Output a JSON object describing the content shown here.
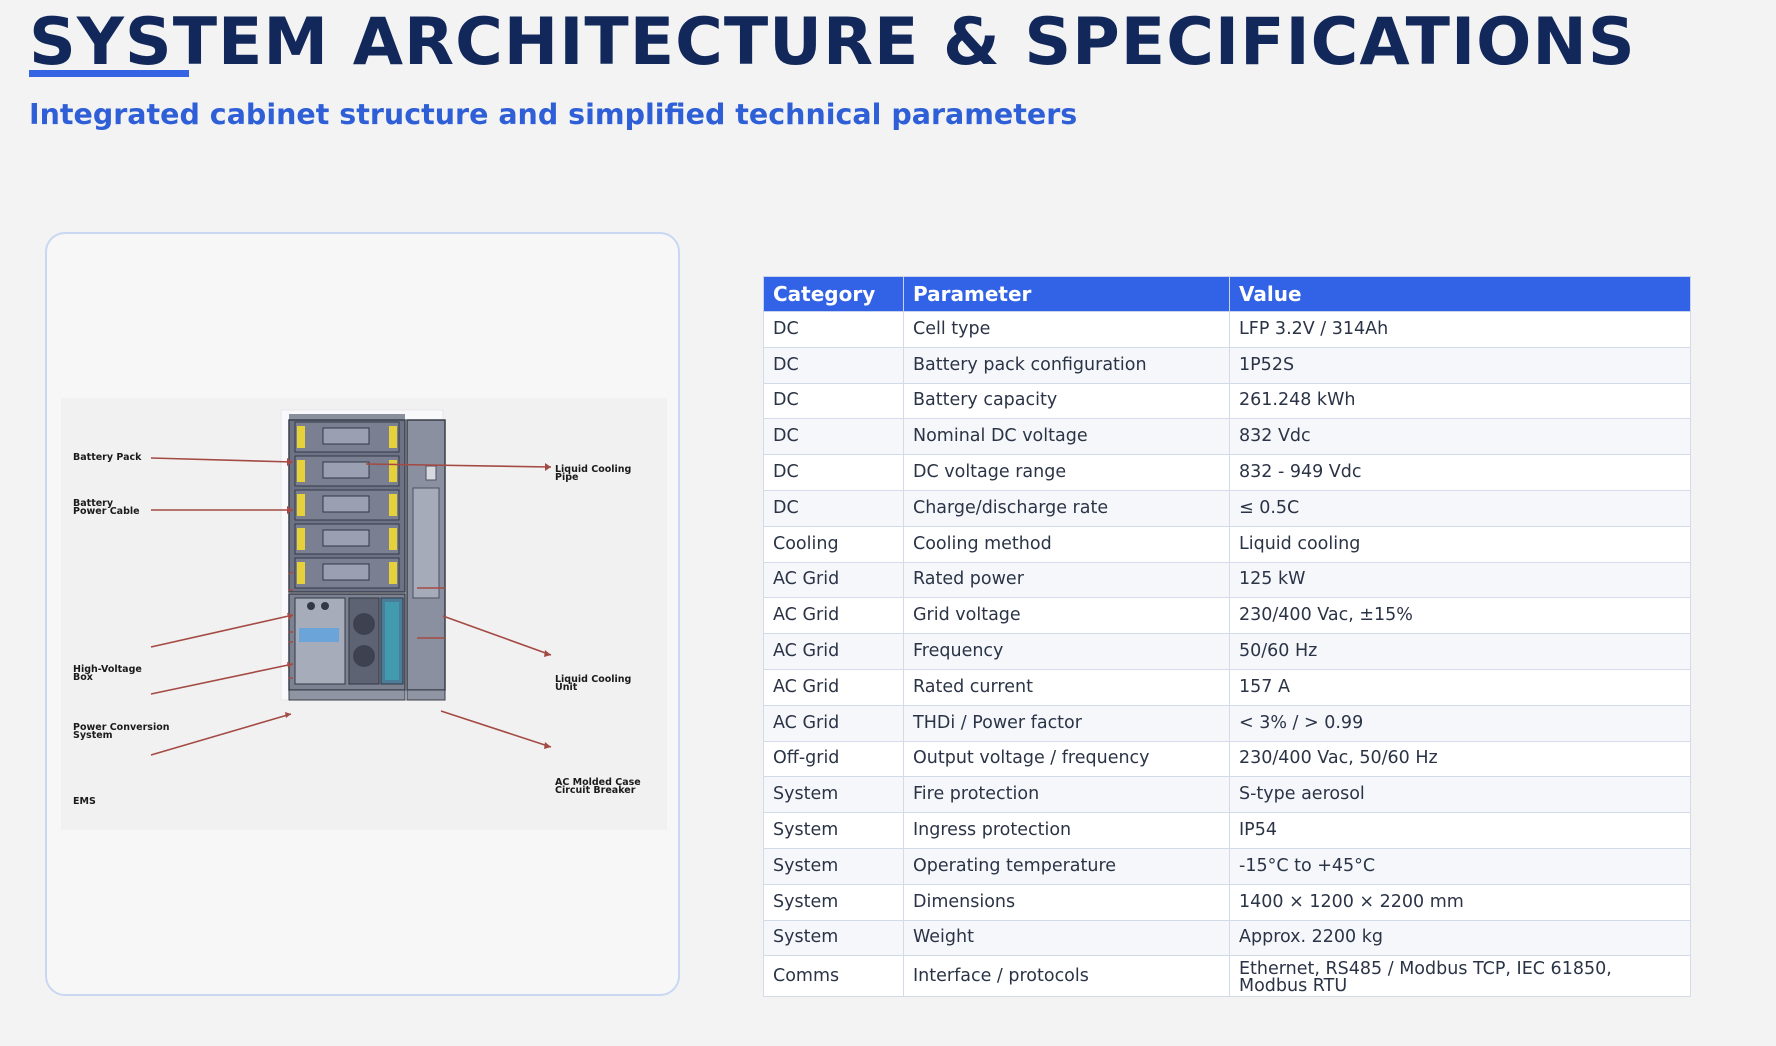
{
  "page": {
    "title": "SYSTEM ARCHITECTURE & SPECIFICATIONS",
    "subtitle": "Integrated cabinet structure and simplified technical parameters"
  },
  "diagram": {
    "labels": {
      "battery_pack": "Battery Pack",
      "battery_power_cable": "Battery\nPower Cable",
      "high_voltage_box": "High-Voltage\nBox",
      "power_conversion_system": "Power Conversion\nSystem",
      "ems": "EMS",
      "liquid_cooling_pipe": "Liquid Cooling\nPipe",
      "liquid_cooling_unit": "Liquid Cooling\nUnit",
      "ac_breaker": "AC Molded Case\nCircuit Breaker"
    }
  },
  "table": {
    "headers": [
      "Category",
      "Parameter",
      "Value"
    ],
    "rows": [
      [
        "DC",
        "Cell type",
        "LFP 3.2V / 314Ah"
      ],
      [
        "DC",
        "Battery pack configuration",
        "1P52S"
      ],
      [
        "DC",
        "Battery capacity",
        "261.248 kWh"
      ],
      [
        "DC",
        "Nominal DC voltage",
        "832 Vdc"
      ],
      [
        "DC",
        "DC voltage range",
        "832 - 949 Vdc"
      ],
      [
        "DC",
        "Charge/discharge rate",
        "≤ 0.5C"
      ],
      [
        "Cooling",
        "Cooling method",
        "Liquid cooling"
      ],
      [
        "AC Grid",
        "Rated power",
        "125 kW"
      ],
      [
        "AC Grid",
        "Grid voltage",
        "230/400 Vac, ±15%"
      ],
      [
        "AC Grid",
        "Frequency",
        "50/60 Hz"
      ],
      [
        "AC Grid",
        "Rated current",
        "157 A"
      ],
      [
        "AC Grid",
        "THDi / Power factor",
        "< 3% / > 0.99"
      ],
      [
        "Off-grid",
        "Output voltage / frequency",
        "230/400 Vac, 50/60 Hz"
      ],
      [
        "System",
        "Fire protection",
        "S-type aerosol"
      ],
      [
        "System",
        "Ingress protection",
        "IP54"
      ],
      [
        "System",
        "Operating temperature",
        "-15°C to +45°C"
      ],
      [
        "System",
        "Dimensions",
        "1400 × 1200 × 2200 mm"
      ],
      [
        "System",
        "Weight",
        "Approx. 2200 kg"
      ],
      [
        "Comms",
        "Interface / protocols",
        "Ethernet, RS485 / Modbus TCP, IEC 61850, Modbus RTU"
      ]
    ]
  },
  "colors": {
    "title": "#13285a",
    "accent": "#3263e6",
    "subtitle": "#2f5fd6",
    "leader_line": "#a44a44",
    "battery_yellow": "#e7d13a"
  }
}
